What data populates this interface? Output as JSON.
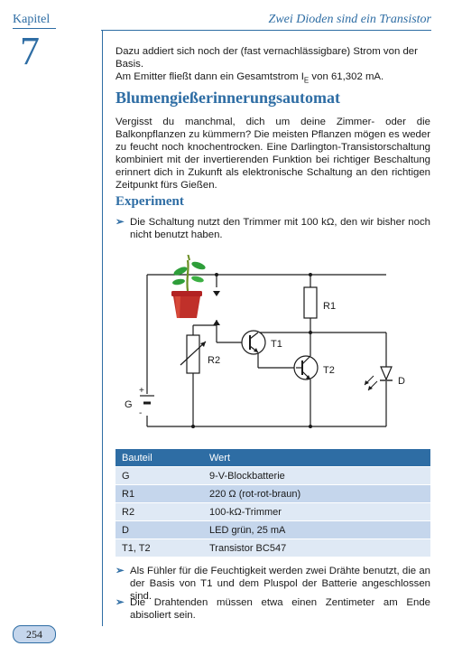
{
  "header": {
    "chapter_label": "Kapitel",
    "chapter_number": "7",
    "running_title": "Zwei Dioden sind ein Transistor"
  },
  "intro": {
    "line1": "Dazu addiert sich noch der (fast vernachlässigbare) Strom von der Basis.",
    "line2_pre": "Am Emitter fließt dann ein Gesamtstrom I",
    "line2_sub": "E",
    "line2_post": " von 61,302 mA."
  },
  "section": {
    "title": "Blumengießerinnerungsautomat",
    "paragraph": "Vergisst du manchmal, dich um deine Zimmer- oder die Balkonpflanzen zu kümmern? Die meisten Pflanzen mögen es weder zu feucht noch knochentrocken. Eine Darlington-Transistorschaltung kombiniert mit der invertierenden Funktion bei richtiger Beschaltung erinnert dich in Zukunft als elektronische Schaltung an den richtigen Zeitpunkt fürs Gießen."
  },
  "experiment": {
    "title": "Experiment",
    "bullet1": "Die Schaltung nutzt den Trimmer mit 100 kΩ, den wir bisher noch nicht benutzt haben."
  },
  "circuit_labels": {
    "r1": "R1",
    "r2": "R2",
    "t1": "T1",
    "t2": "T2",
    "d": "D",
    "g": "G",
    "plus": "+",
    "minus": "-"
  },
  "colors": {
    "accent": "#2e6da4",
    "row_light": "#dfe9f5",
    "row_dark": "#c5d6ec"
  },
  "table": {
    "headers": [
      "Bauteil",
      "Wert"
    ],
    "rows": [
      [
        "G",
        "9-V-Blockbatterie"
      ],
      [
        "R1",
        "220 Ω (rot-rot-braun)"
      ],
      [
        "R2",
        "100-kΩ-Trimmer"
      ],
      [
        "D",
        "LED grün, 25 mA"
      ],
      [
        "T1, T2",
        "Transistor BC547"
      ]
    ]
  },
  "bullets_after": [
    "Als Fühler für die Feuchtigkeit werden zwei Drähte benutzt, die an der Basis von T1 und dem Pluspol der Batterie angeschlossen sind.",
    "Die Drahtenden müssen etwa einen Zentimeter am Ende abisoliert sein."
  ],
  "page_number": "254"
}
